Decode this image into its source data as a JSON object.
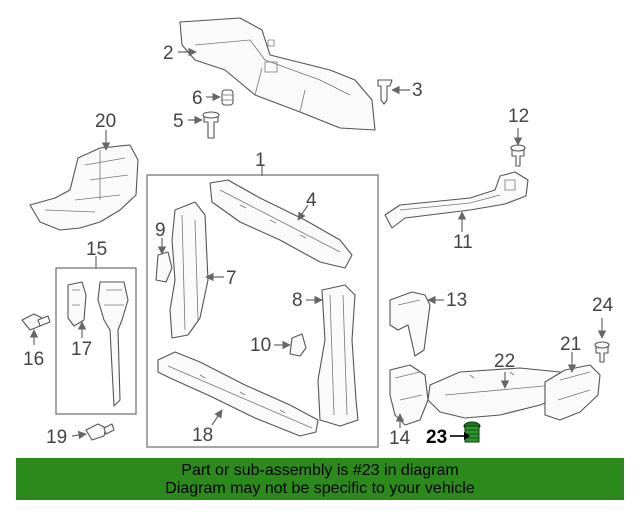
{
  "callouts": {
    "c1": "1",
    "c2": "2",
    "c3": "3",
    "c4": "4",
    "c5": "5",
    "c6": "6",
    "c7": "7",
    "c8": "8",
    "c9": "9",
    "c10": "10",
    "c11": "11",
    "c12": "12",
    "c13": "13",
    "c14": "14",
    "c15": "15",
    "c16": "16",
    "c17": "17",
    "c18": "18",
    "c19": "19",
    "c20": "20",
    "c21": "21",
    "c22": "22",
    "c23": "23",
    "c24": "24"
  },
  "banner": {
    "line1": "Part or sub-assembly is #23 in diagram",
    "line2": "Diagram may not be specific to your vehicle"
  },
  "colors": {
    "banner_bg": "#2c8a1d",
    "highlight_part": "#1f7a1f"
  }
}
